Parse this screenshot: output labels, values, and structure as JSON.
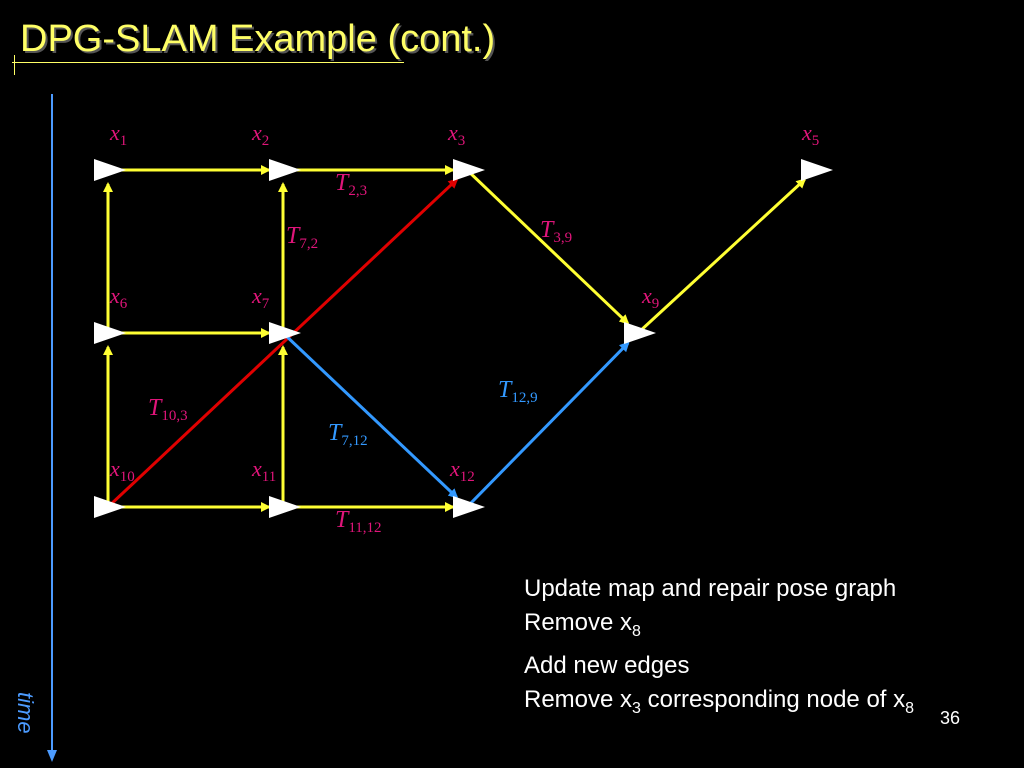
{
  "title": "DPG-SLAM Example (cont.)",
  "colors": {
    "yellow_edge": "#ffff33",
    "red_edge": "#e00000",
    "blue_edge": "#3399ff",
    "label_pink": "#e0157a",
    "time_blue": "#4c9bff"
  },
  "nodes": [
    {
      "id": "x1",
      "var": "x",
      "sub": "1"
    },
    {
      "id": "x2",
      "var": "x",
      "sub": "2"
    },
    {
      "id": "x3",
      "var": "x",
      "sub": "3"
    },
    {
      "id": "x5",
      "var": "x",
      "sub": "5"
    },
    {
      "id": "x6",
      "var": "x",
      "sub": "6"
    },
    {
      "id": "x7",
      "var": "x",
      "sub": "7"
    },
    {
      "id": "x9",
      "var": "x",
      "sub": "9"
    },
    {
      "id": "x10",
      "var": "x",
      "sub": "10"
    },
    {
      "id": "x11",
      "var": "x",
      "sub": "11"
    },
    {
      "id": "x12",
      "var": "x",
      "sub": "12"
    }
  ],
  "edges": [
    {
      "from": "x1",
      "to": "x2",
      "color": "yellow"
    },
    {
      "from": "x2",
      "to": "x3",
      "color": "yellow"
    },
    {
      "from": "x6",
      "to": "x7",
      "color": "yellow"
    },
    {
      "from": "x10",
      "to": "x11",
      "color": "yellow"
    },
    {
      "from": "x11",
      "to": "x12",
      "color": "yellow"
    },
    {
      "from": "x6",
      "to": "x1",
      "color": "yellow"
    },
    {
      "from": "x10",
      "to": "x6",
      "color": "yellow"
    },
    {
      "from": "x7",
      "to": "x2",
      "color": "yellow"
    },
    {
      "from": "x11",
      "to": "x7",
      "color": "yellow"
    },
    {
      "from": "x3",
      "to": "x9",
      "color": "yellow"
    },
    {
      "from": "x9",
      "to": "x5",
      "color": "yellow"
    },
    {
      "from": "x10",
      "to": "x3",
      "color": "red"
    },
    {
      "from": "x7",
      "to": "x12",
      "color": "blue"
    },
    {
      "from": "x12",
      "to": "x9",
      "color": "blue"
    }
  ],
  "transform_labels": [
    {
      "id": "T23",
      "var": "T",
      "sub": "2,3",
      "color": "#e0157a"
    },
    {
      "id": "T72",
      "var": "T",
      "sub": "7,2",
      "color": "#e0157a"
    },
    {
      "id": "T39",
      "var": "T",
      "sub": "3,9",
      "color": "#e0157a"
    },
    {
      "id": "T103",
      "var": "T",
      "sub": "10,3",
      "color": "#e0157a"
    },
    {
      "id": "T712",
      "var": "T",
      "sub": "7,12",
      "color": "#3399ff"
    },
    {
      "id": "T129",
      "var": "T",
      "sub": "12,9",
      "color": "#3399ff"
    },
    {
      "id": "T1112",
      "var": "T",
      "sub": "11,12",
      "color": "#e0157a"
    }
  ],
  "notes": [
    {
      "text": "Update map and repair pose graph",
      "sub": "",
      "text2": "",
      "sub2": ""
    },
    {
      "text": "Remove x",
      "sub": "8",
      "text2": "",
      "sub2": ""
    },
    {
      "text": "Add new edges",
      "sub": "",
      "text2": "",
      "sub2": ""
    },
    {
      "text": "Remove x",
      "sub": "3",
      "text2": " corresponding node of x",
      "sub2": "8"
    }
  ],
  "page_number": "36",
  "time_label": "time"
}
